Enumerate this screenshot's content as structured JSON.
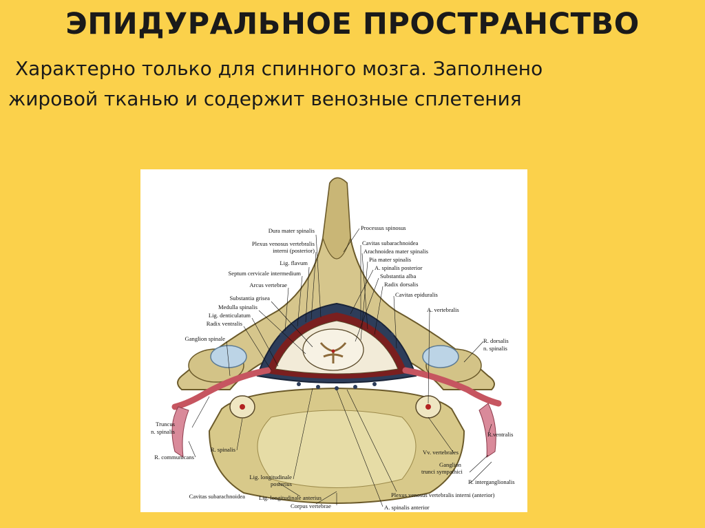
{
  "slide": {
    "title": "ЭПИДУРАЛЬНОЕ ПРОСТРАНСТВО",
    "text_line_1": "Характерно только для спинного мозга. Заполнено",
    "text_line_2": "жировой тканью и содержит венозные сплетения"
  },
  "figure": {
    "labels": {
      "dura_mater": "Dura mater spinalis",
      "plexus_venosus_1": "Plexus venosus vertebralis",
      "plexus_venosus_2": "interni (posterior)",
      "lig_flavum": "Lig. flavum",
      "septum": "Septum cervicale intermedium",
      "arcus": "Arcus vertebrae",
      "substantia_grisea": "Substantia grisea",
      "medulla": "Medulla spinalis",
      "lig_denticulatum": "Lig. denticulatum",
      "radix_ventralis": "Radix ventralis",
      "ganglion_spinale": "Ganglion spinale",
      "processus_spinosus": "Processus spinosus",
      "cavitas_subarachnoidea": "Cavitas subarachnoidea",
      "arachnoidea": "Arachnoidea mater spinalis",
      "pia_mater": "Pia mater spinalis",
      "a_spinalis_posterior": "A. spinalis posterior",
      "substantia_alba": "Substantia alba",
      "radix_dorsalis": "Radix dorsalis",
      "cavitas_epiduralis": "Cavitas epiduralis",
      "a_vertebralis": "A. vertebralis",
      "r_dorsalis_1": "R. dorsalis",
      "r_dorsalis_2": "n. spinalis",
      "truncus_1": "Truncus",
      "truncus_2": "n. spinalis",
      "r_communicans": "R. communicans",
      "r_spinalis": "R. spinalis",
      "lig_long_post_1": "Lig. longitudinale",
      "lig_long_post_2": "posterius",
      "cavitas_subarachnoidea_bottom": "Cavitas subarachnoidea",
      "lig_long_anterius": "Lig. longitudinale anterius",
      "corpus_vertebrae": "Corpus vertebrae",
      "r_ventralis": "R.ventralis",
      "vv_vertebrales": "Vv. vertebrales",
      "ganglion_trunci_1": "Ganglion",
      "ganglion_trunci_2": "trunci sympathici",
      "r_interganglionalis": "R. interganglionalis",
      "plexus_anterior": "Plexus venosus vertebralis interni (anterior)",
      "a_spinalis_anterior": "A. spinalis anterior"
    }
  }
}
